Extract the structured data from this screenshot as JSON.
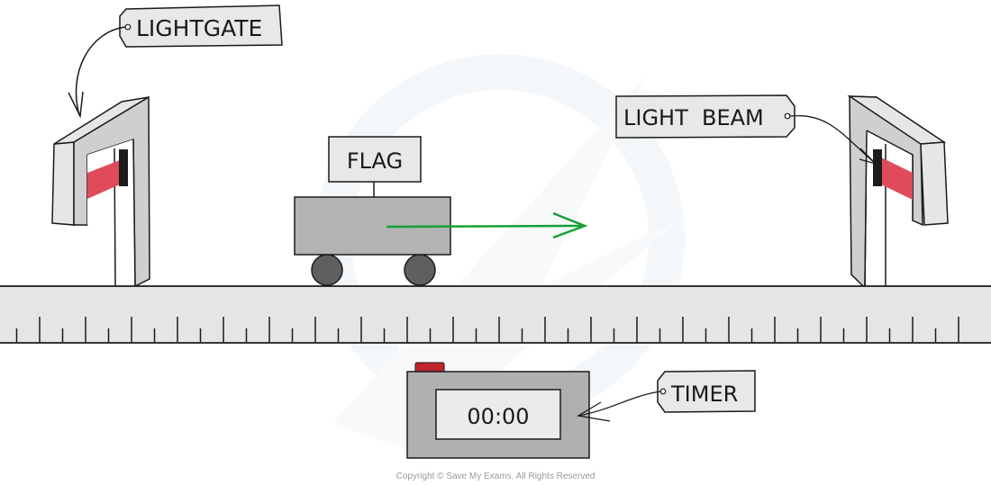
{
  "diagram": {
    "title": "Lightgate speed measurement experiment",
    "labels": {
      "lightgate": "LIGHTGATE",
      "flag": "FLAG",
      "light_beam": "LIGHT  BEAM",
      "timer": "TIMER"
    },
    "timer_display": "00:00",
    "copyright": "Copyright © Save My Exams. All Rights Reserved",
    "ruler": {
      "major_ticks": 28,
      "minor_ticks_between": 1
    },
    "colors": {
      "gate_front": "#cfcfcf",
      "gate_side": "#e6e6e6",
      "beam": "#e04b5a",
      "sensor": "#1c1c1c",
      "cart_body": "#b3b3b3",
      "wheel": "#5f5f5f",
      "arrow": "#16a034",
      "ruler_fill": "#e5e5e5",
      "tag_fill": "#e8e8e8",
      "timer_body": "#b0b0b0",
      "timer_screen": "#ebebeb",
      "timer_button": "#c0252e",
      "watermark": "#eef3f8"
    },
    "motion_direction": "right"
  }
}
